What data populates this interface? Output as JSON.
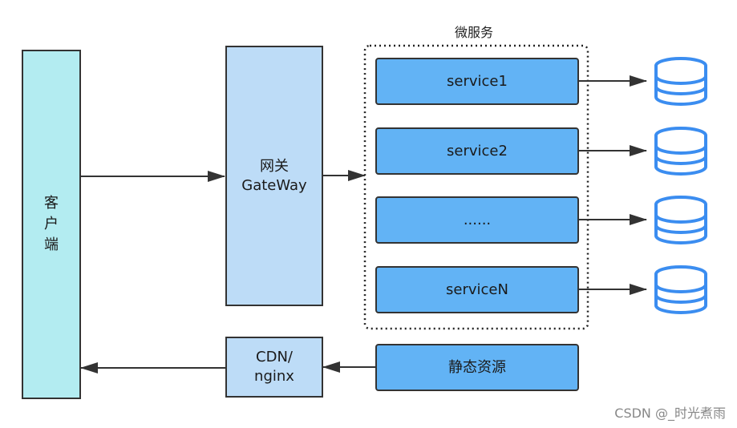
{
  "nodes": {
    "client": "客户端",
    "gateway_line1": "网关",
    "gateway_line2": "GateWay",
    "cdn_line1": "CDN/",
    "cdn_line2": "nginx",
    "static": "静态资源"
  },
  "group": {
    "label": "微服务",
    "services": [
      "service1",
      "service2",
      "......",
      "serviceN"
    ]
  },
  "watermark": "CSDN @_时光煮雨",
  "colors": {
    "client": "#b3ecf1",
    "gateway": "#bddcf7",
    "service": "#62b3f5",
    "database": "#3b8df0",
    "arrow": "#333333"
  },
  "icons": [
    "database-icon"
  ]
}
